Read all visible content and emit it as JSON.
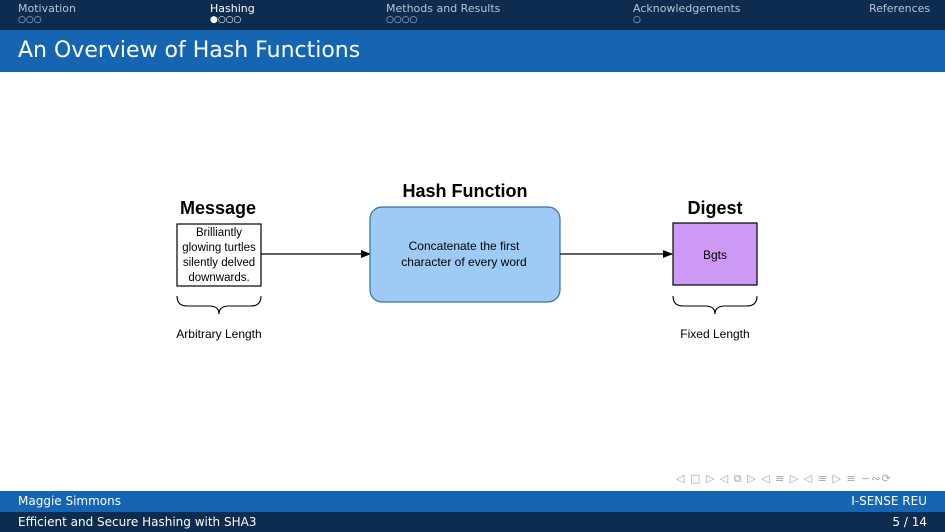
{
  "nav": {
    "sections": [
      {
        "label": "Motivation",
        "dots": "○○○"
      },
      {
        "label": "Hashing",
        "dots": "●○○○"
      },
      {
        "label": "Methods and Results",
        "dots": "○○○○"
      },
      {
        "label": "Acknowledgements",
        "dots": "○"
      },
      {
        "label": "References",
        "dots": ""
      }
    ]
  },
  "slide": {
    "title": "An Overview of Hash Functions"
  },
  "diagram": {
    "message_heading": "Message",
    "message_lines": [
      "Brilliantly",
      "glowing turtles",
      "silently delved",
      "downwards."
    ],
    "arbitrary_label": "Arbitrary Length",
    "hash_heading": "Hash Function",
    "hash_lines": [
      "Concatenate the first",
      "character of every word"
    ],
    "digest_heading": "Digest",
    "digest_value": "Bgts",
    "fixed_label": "Fixed Length"
  },
  "footer": {
    "author": "Maggie Simmons",
    "program": "I-SENSE REU",
    "talk_title": "Efficient and Secure Hashing with SHA3",
    "page": "5 / 14"
  },
  "nav_symbols": "◁ □ ▷ ◁ ⧉ ▷ ◁ ≡ ▷ ◁ ≡ ▷   ≡   ∽∾⟳"
}
